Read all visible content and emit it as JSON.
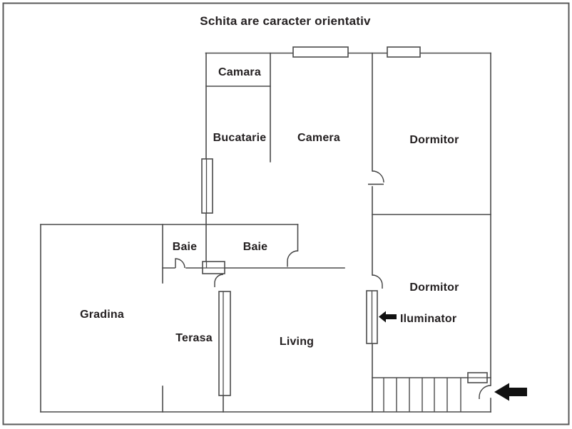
{
  "title": "Schita are caracter orientativ",
  "rooms": {
    "camara": "Camara",
    "bucatarie": "Bucatarie",
    "camera": "Camera",
    "dormitor_top": "Dormitor",
    "baie_left": "Baie",
    "baie_right": "Baie",
    "gradina": "Gradina",
    "terasa": "Terasa",
    "living": "Living",
    "dormitor_bottom": "Dormitor",
    "iluminator": "Iluminator"
  },
  "colors": {
    "wall_line": "#4a4a4a",
    "text": "#231f20",
    "arrow_fill": "#111111",
    "outer_border": "#5a5a5a",
    "background": "#ffffff"
  }
}
